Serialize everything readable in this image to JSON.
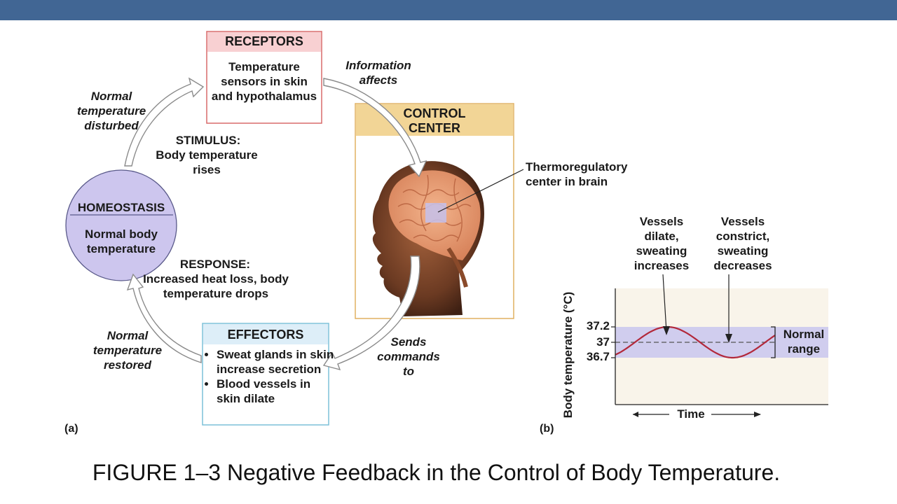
{
  "receptors": {
    "title": "RECEPTORS",
    "text": "Temperature sensors in skin and hypothalamus"
  },
  "control_center": {
    "title": "CONTROL CENTER"
  },
  "effectors": {
    "title": "EFFECTORS",
    "items": [
      "Sweat glands in skin increase secretion",
      "Blood vessels in skin dilate"
    ]
  },
  "homeostasis": {
    "title": "HOMEOSTASIS",
    "text": "Normal body temperature"
  },
  "stimulus": {
    "label": "STIMULUS:",
    "text": "Body temperature rises"
  },
  "response": {
    "label": "RESPONSE:",
    "text": "Increased heat loss, body temperature drops"
  },
  "arrows": {
    "info": "Information affects",
    "sends": "Sends commands to",
    "disturbed": "Normal temperature disturbed",
    "restored": "Normal temperature restored"
  },
  "thermo_label": "Thermoregulatory center in brain",
  "panel_a": "(a)",
  "panel_b": "(b)",
  "graph": {
    "dilate": "Vessels dilate, sweating increases",
    "constrict": "Vessels constrict, sweating decreases",
    "ylabel": "Body temperature (°C)",
    "xlabel": "Time",
    "ticks": [
      "37.2",
      "37",
      "36.7"
    ],
    "normal_range": "Normal range"
  },
  "caption": "FIGURE 1–3 Negative Feedback in the Control of Body Temperature.",
  "colors": {
    "topbar": "#416694",
    "receptors": "#f8d0d2",
    "control": "#f2d596",
    "effectors": "#ddeef8",
    "homeostasis": "#cdc6ee",
    "curve": "#b2283a"
  }
}
